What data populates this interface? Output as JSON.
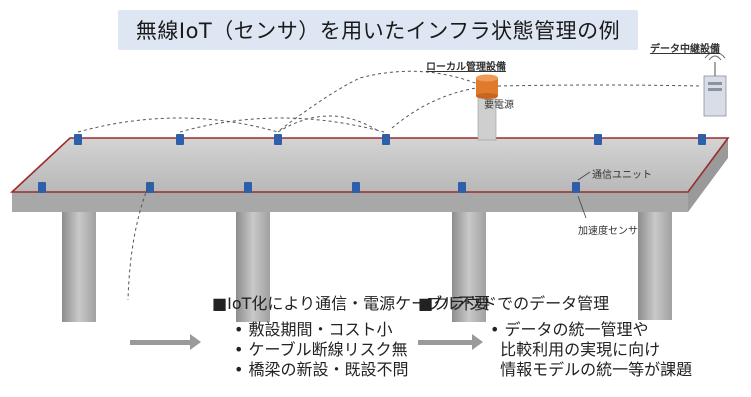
{
  "title": "無線IoT（センサ）を用いたインフラ状態管理の例",
  "labels": {
    "local_equipment": "ローカル管理設備",
    "power_needed": "要電源",
    "data_relay": "データ中継設備",
    "comm_unit": "通信ユニット",
    "accel_sensor": "加速度センサ"
  },
  "left_panel": {
    "heading": "■IoT化により通信・電源ケーブル不要",
    "bullets": [
      "敷設期間・コスト小",
      "ケーブル断線リスク無",
      "橋梁の新設・既設不問"
    ]
  },
  "right_panel": {
    "heading": "■クラウドでのデータ管理",
    "bullets": [
      "データの統一管理や",
      "比較利用の実現に向け",
      "情報モデルの統一等が課題"
    ]
  },
  "colors": {
    "title_bg": "#dde6f2",
    "sensor": "#2f5fa8",
    "deck_border": "#9b2c2c",
    "cylinder": "#e07a2c"
  }
}
